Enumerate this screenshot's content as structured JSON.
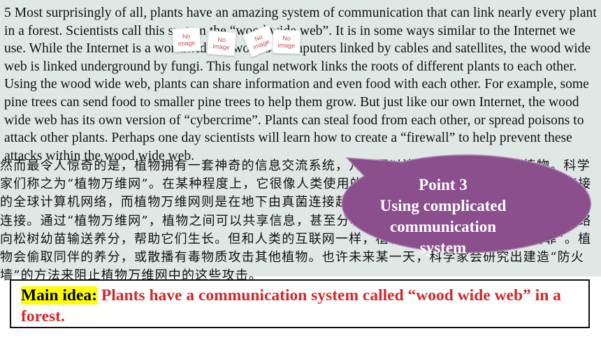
{
  "passage": {
    "english": "5 Most surprisingly of all, plants have an amazing system of communication that can link nearly every plant in a forest. Scientists call this system the “wood wide web”. It is in some ways similar to the Internet we use. While the Internet is a worldwide network of computers linked by cables and satellites, the wood wide web is linked underground by fungi. This fungal network links the roots of different plants to each other. Using the wood wide web, plants can share information and even food with each other. For example, some pine trees can send food to smaller pine trees to help them grow. But just like our own Internet, the wood wide web has its own version of “cybercrime”. Plants can steal food from each other, or spread poisons to attack other plants. Perhaps one day scientists will learn how to create a “firewall” to help prevent these attacks within the wood wide web.",
    "chinese": "然而最令人惊奇的是，植物拥有一套神奇的信息交流系统，几乎可以连接起森林中所有的植物。科学家们称之为“植物万维网”。在某种程度上，它很像人类使用的互联网。互联网是通过电缆和卫星连接的全球计算机网络，而植物万维网则是在地下由真菌连接起来的。这一真菌网络将不同植物的根彼此连接。通过“植物万维网”，植物之间可以共享信息，甚至分享养分。比如，一些松树会通过真菌网络向松树幼苗输送养分，帮助它们生长。但和人类的互联网一样，植物万维网也会发生“网络犯罪”。植物会偷取同伴的养分，或散播有毒物质攻击其他植物。也许未来某一天，科学家会研究出建造“防火墙”的方法来阻止植物万维网中的这些攻击。"
  },
  "placeholders": [
    {
      "line1": "No",
      "line2": "image"
    },
    {
      "line1": "No",
      "line2": "image"
    },
    {
      "line1": "No",
      "line2": "image"
    },
    {
      "line1": "No",
      "line2": "image"
    }
  ],
  "callout": {
    "line1": "Point 3",
    "line2": "Using complicated",
    "line3": "communication",
    "line4": "system"
  },
  "main_idea": {
    "label": "Main idea:",
    "text": " Plants have a communication system called “wood wide web” in a forest."
  },
  "colors": {
    "panel": "#dfe8e5",
    "callout_fill": "#8b4f8e",
    "main_idea_text": "#d42828",
    "highlight": "#ffff00"
  }
}
